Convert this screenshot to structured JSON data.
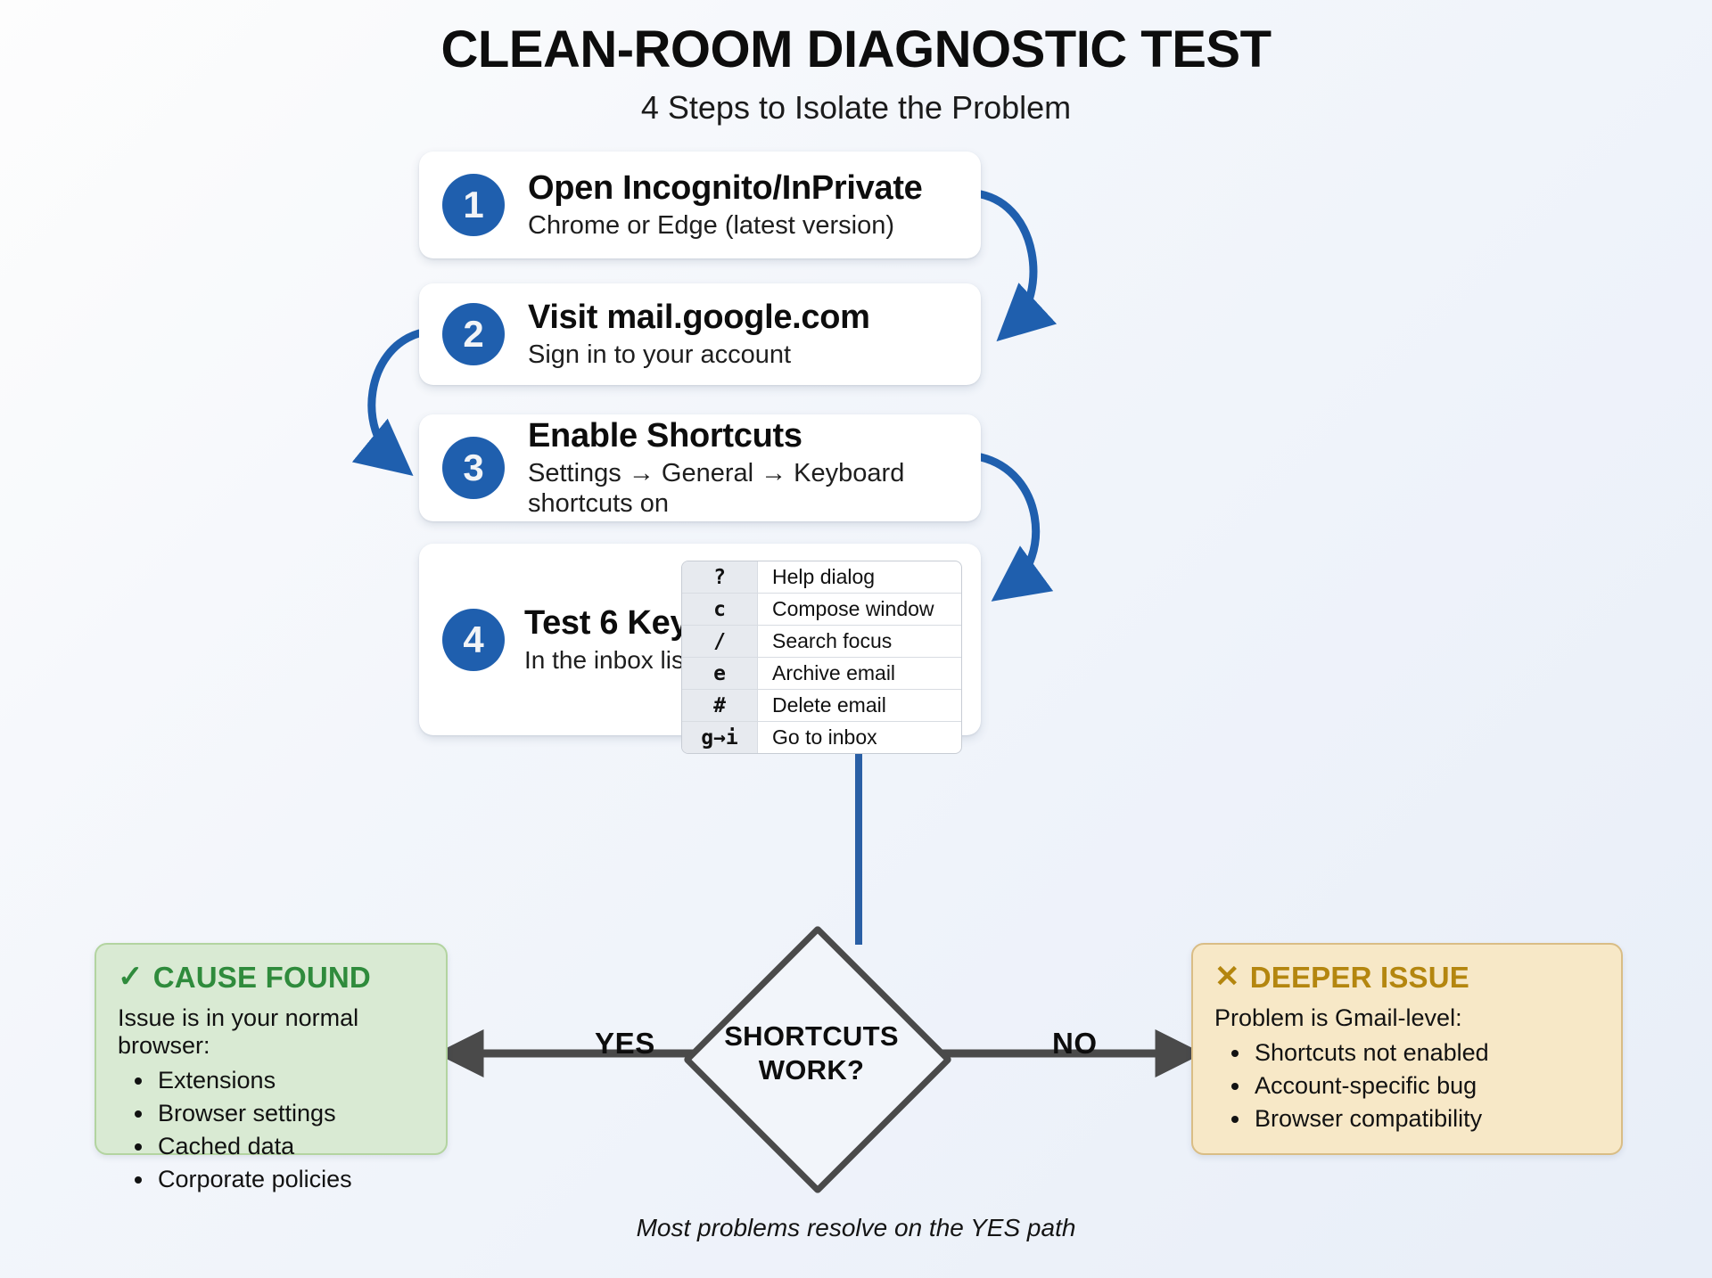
{
  "header": {
    "title": "CLEAN-ROOM DIAGNOSTIC TEST",
    "subtitle": "4 Steps to Isolate the Problem"
  },
  "steps": [
    {
      "number": "1",
      "title": "Open Incognito/InPrivate",
      "desc": "Chrome or Edge (latest version)"
    },
    {
      "number": "2",
      "title": "Visit mail.google.com",
      "desc": "Sign in to your account"
    },
    {
      "number": "3",
      "title": "Enable Shortcuts",
      "desc": "Settings → General → Keyboard shortcuts on"
    },
    {
      "number": "4",
      "title": "Test 6 Keys",
      "desc": "In the inbox list:"
    }
  ],
  "keys_table": {
    "rows": [
      {
        "key": "?",
        "action": "Help dialog"
      },
      {
        "key": "c",
        "action": "Compose window"
      },
      {
        "key": "/",
        "action": "Search focus"
      },
      {
        "key": "e",
        "action": "Archive email"
      },
      {
        "key": "#",
        "action": "Delete email"
      },
      {
        "key": "g→i",
        "action": "Go to inbox"
      }
    ]
  },
  "decision": {
    "line1": "SHORTCUTS",
    "line2": "WORK?",
    "yes_label": "YES",
    "no_label": "NO"
  },
  "outcome_yes": {
    "mark": "✓",
    "heading": "CAUSE FOUND",
    "subtitle": "Issue is in your normal browser:",
    "items": [
      "Extensions",
      "Browser settings",
      "Cached data",
      "Corporate policies"
    ]
  },
  "outcome_no": {
    "mark": "✕",
    "heading": "DEEPER ISSUE",
    "subtitle": "Problem is Gmail-level:",
    "items": [
      "Shortcuts not enabled",
      "Account-specific bug",
      "Browser compatibility"
    ]
  },
  "footer": {
    "note": "Most problems resolve on the YES path"
  },
  "colors": {
    "step_badge_blue": "#1f5fae",
    "arrow_blue": "#1f5fae",
    "decision_gray": "#4a4a4a",
    "cause_found_green": "#2f8b3c",
    "deeper_issue_amber": "#b4860f",
    "green_box_bg": "#d9ead3",
    "amber_box_bg": "#f7e8c7"
  }
}
